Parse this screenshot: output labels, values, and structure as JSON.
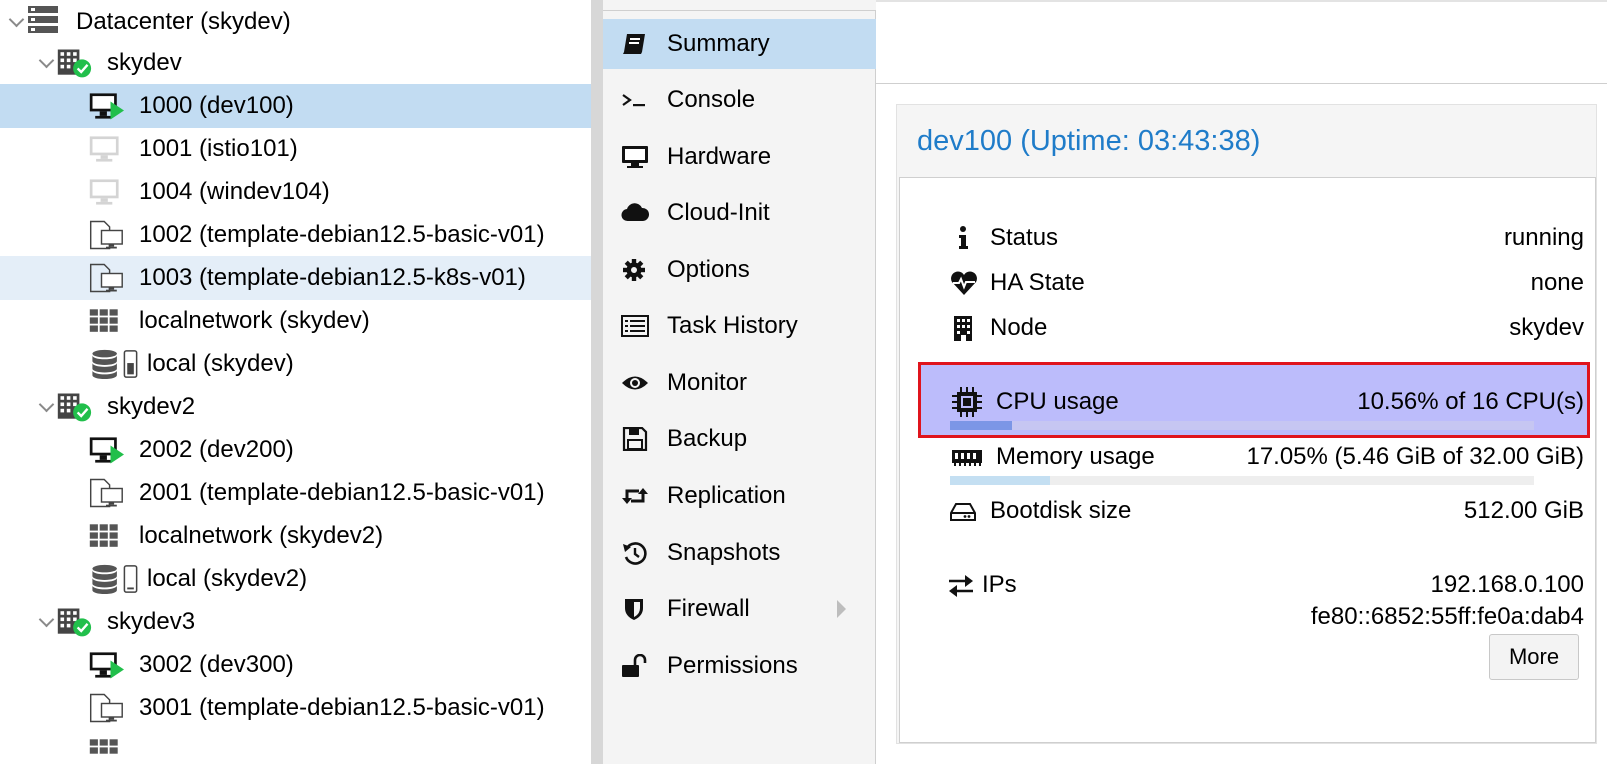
{
  "tree": {
    "datacenter": "Datacenter (skydev)",
    "nodes": [
      {
        "name": "skydev",
        "children": [
          {
            "label": "1000 (dev100)",
            "type": "vm-running"
          },
          {
            "label": "1001 (istio101)",
            "type": "vm-stopped"
          },
          {
            "label": "1004 (windev104)",
            "type": "vm-stopped"
          },
          {
            "label": "1002 (template-debian12.5-basic-v01)",
            "type": "template"
          },
          {
            "label": "1003 (template-debian12.5-k8s-v01)",
            "type": "template"
          },
          {
            "label": "localnetwork (skydev)",
            "type": "network"
          },
          {
            "label": "local (skydev)",
            "type": "storage"
          }
        ]
      },
      {
        "name": "skydev2",
        "children": [
          {
            "label": "2002 (dev200)",
            "type": "vm-running"
          },
          {
            "label": "2001 (template-debian12.5-basic-v01)",
            "type": "template"
          },
          {
            "label": "localnetwork (skydev2)",
            "type": "network"
          },
          {
            "label": "local (skydev2)",
            "type": "storage"
          }
        ]
      },
      {
        "name": "skydev3",
        "children": [
          {
            "label": "3002 (dev300)",
            "type": "vm-running"
          },
          {
            "label": "3001 (template-debian12.5-basic-v01)",
            "type": "template"
          }
        ]
      }
    ]
  },
  "nav": {
    "items": [
      {
        "label": "Summary",
        "icon": "book-icon"
      },
      {
        "label": "Console",
        "icon": "terminal-icon"
      },
      {
        "label": "Hardware",
        "icon": "desktop-icon"
      },
      {
        "label": "Cloud-Init",
        "icon": "cloud-icon"
      },
      {
        "label": "Options",
        "icon": "gear-icon"
      },
      {
        "label": "Task History",
        "icon": "list-icon"
      },
      {
        "label": "Monitor",
        "icon": "eye-icon"
      },
      {
        "label": "Backup",
        "icon": "floppy-icon"
      },
      {
        "label": "Replication",
        "icon": "retweet-icon"
      },
      {
        "label": "Snapshots",
        "icon": "history-icon"
      },
      {
        "label": "Firewall",
        "icon": "shield-icon"
      },
      {
        "label": "Permissions",
        "icon": "unlock-icon"
      }
    ]
  },
  "summary": {
    "title": "dev100 (Uptime: 03:43:38)",
    "status": {
      "label": "Status",
      "value": "running"
    },
    "ha_state": {
      "label": "HA State",
      "value": "none"
    },
    "node": {
      "label": "Node",
      "value": "skydev"
    },
    "cpu": {
      "label": "CPU usage",
      "value": "10.56% of 16 CPU(s)",
      "fraction": 0.1056
    },
    "memory": {
      "label": "Memory usage",
      "value": "17.05% (5.46 GiB of 32.00 GiB)",
      "fraction": 0.1705
    },
    "bootdisk": {
      "label": "Bootdisk size",
      "value": "512.00 GiB"
    },
    "ips": {
      "label": "IPs",
      "ipv4": "192.168.0.100",
      "ipv6": "fe80::6852:55ff:fe0a:dab4"
    },
    "more_label": "More"
  },
  "colors": {
    "accent": "#1f7cc9",
    "selected_row": "#c2dcf2",
    "running_green": "#21bf4b",
    "highlight_fill": "#bcbcfb",
    "highlight_border": "#e0141c",
    "cpu_bar": "#7c96e6",
    "memory_bar": "#c4dff2"
  }
}
